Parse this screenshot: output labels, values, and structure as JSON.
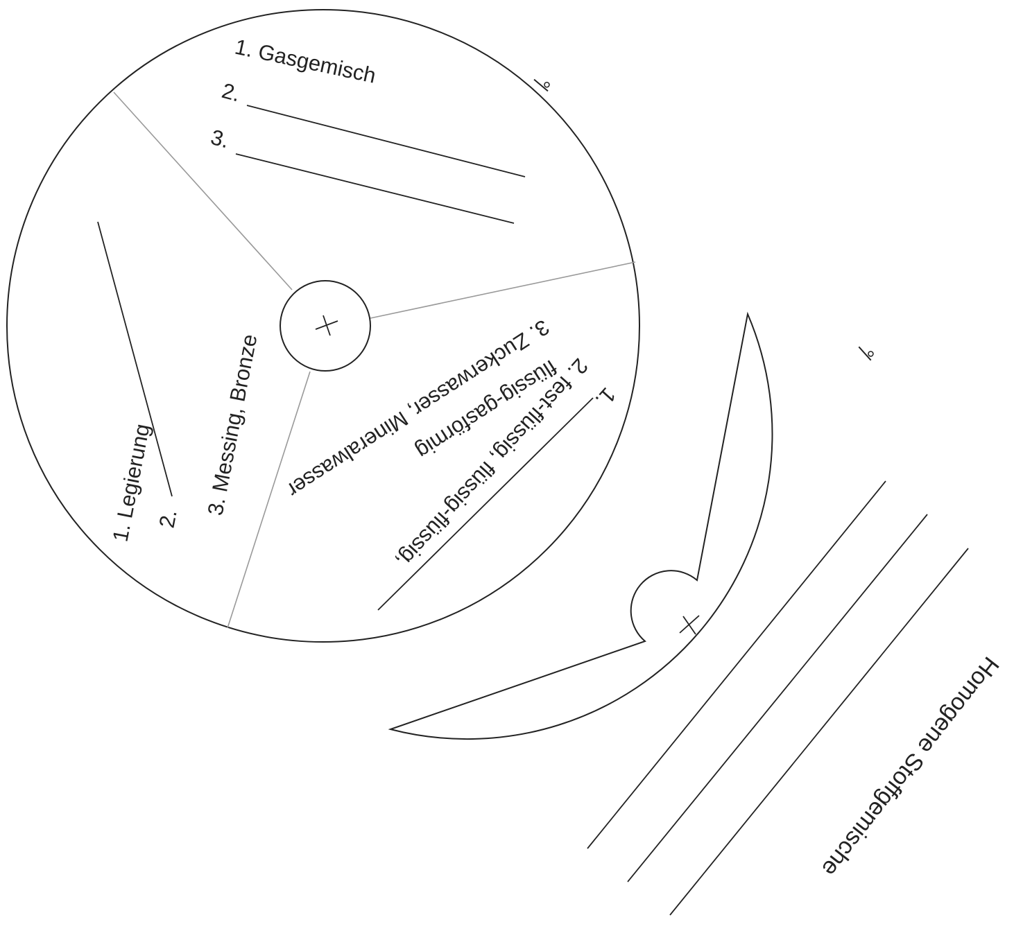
{
  "wheel_top": {
    "section_gas": {
      "line_1": "1. Gasgemisch",
      "line_2_prefix": "2.",
      "line_3_prefix": "3."
    },
    "section_alloy": {
      "line_1": "1. Legierung",
      "line_2_prefix": "2.",
      "line_3": "3. Messing, Bronze"
    },
    "section_liquid": {
      "line_1_prefix": "1.",
      "line_2a": "2. fest-flüssig, flüssig-flüssig,",
      "line_2b": "flüssig-gasförmig",
      "line_3": "3. Zuckerwasser, Mineralwasser"
    }
  },
  "wheel_bottom": {
    "title": "Homogene Stoffgemische"
  },
  "colors": {
    "outline": "#222222",
    "divider": "#999999"
  },
  "icons": [
    "scissors-icon",
    "center-cross-icon"
  ]
}
